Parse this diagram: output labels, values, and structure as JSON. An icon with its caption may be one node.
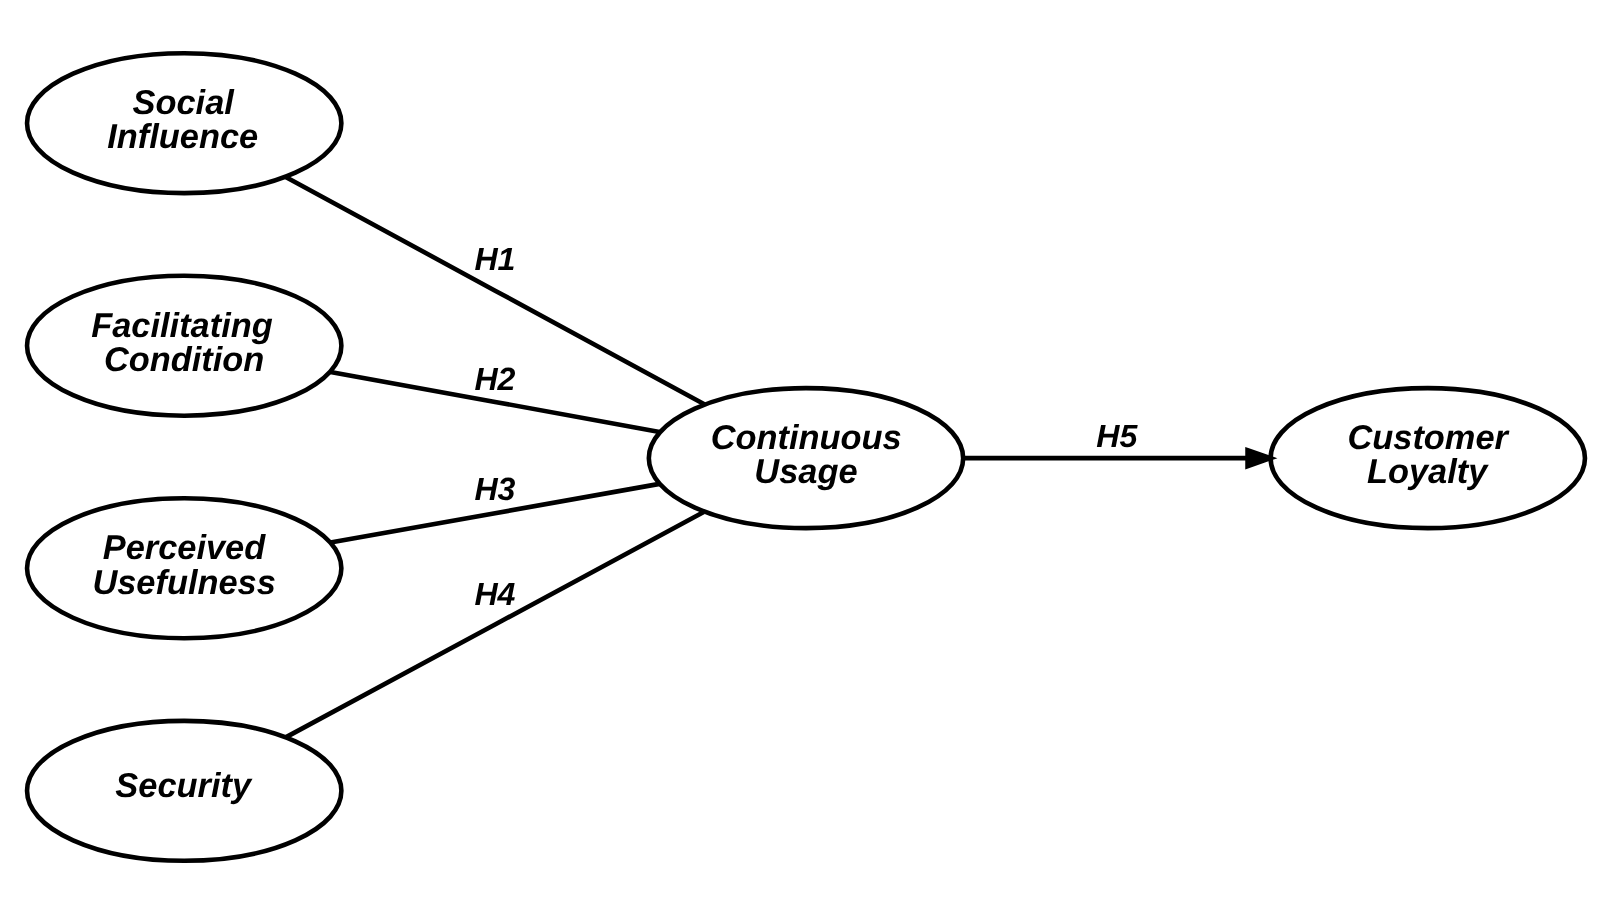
{
  "diagram": {
    "nodes": [
      {
        "text": [
          "Social Influence"
        ]
      },
      {
        "text": [
          "Facilitating Condition"
        ]
      },
      {
        "text": [
          "Perceived Usefulness"
        ]
      },
      {
        "text": [
          "Security"
        ]
      },
      {
        "text": [
          "Continuous Usage"
        ]
      },
      {
        "text": [
          "Customer Loyalty"
        ]
      }
    ],
    "edges": [
      {
        "from": 0,
        "to": 4,
        "arrow": "none",
        "label": "H1"
      },
      {
        "from": 1,
        "to": 4,
        "arrow": "none",
        "label": "H2"
      },
      {
        "from": 2,
        "to": 4,
        "arrow": "none",
        "label": "H3"
      },
      {
        "from": 3,
        "to": 4,
        "arrow": "none",
        "label": "H4"
      },
      {
        "from": 4,
        "to": 5,
        "arrow": "to",
        "label": "H5"
      }
    ]
  }
}
